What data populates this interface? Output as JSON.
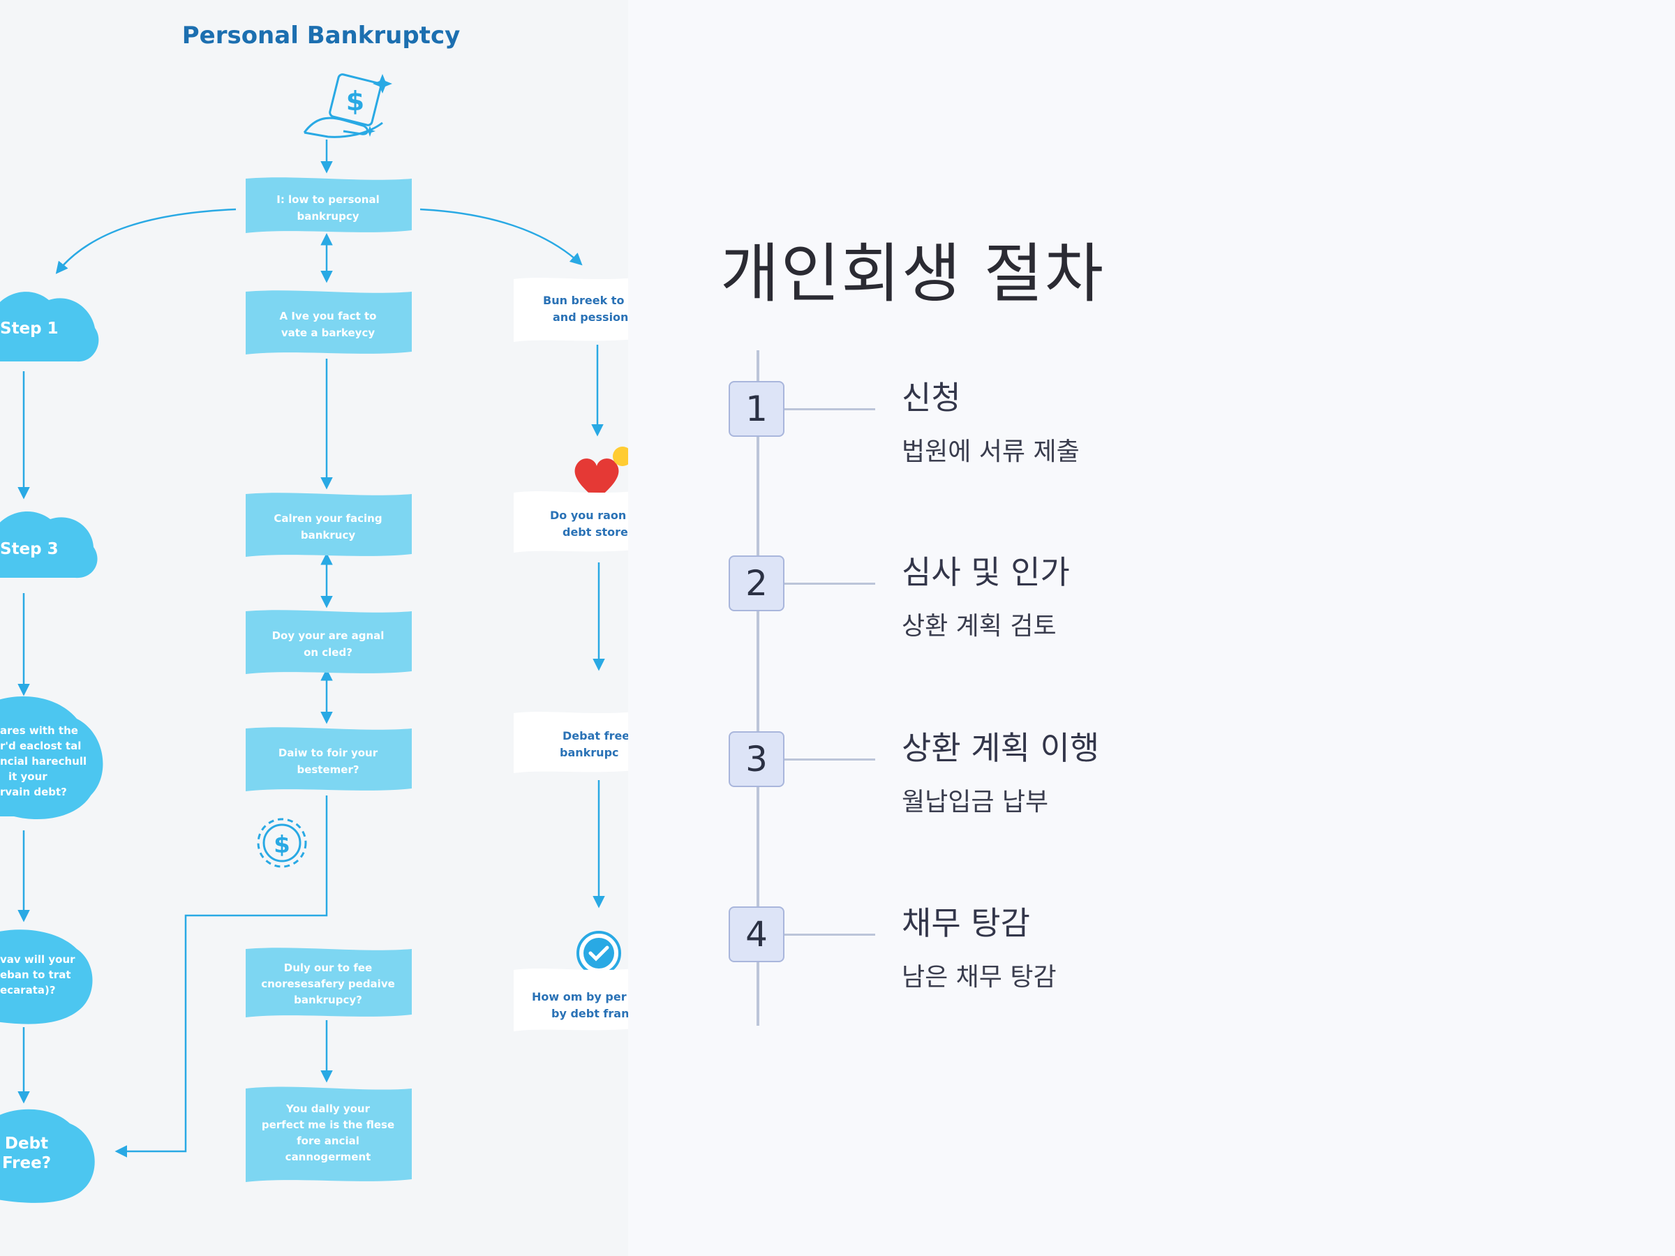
{
  "flowchart": {
    "title": "Personal Bankruptcy",
    "center_boxes": [
      [
        "I: low to personal",
        "bankrupcy"
      ],
      [
        "A Ive you fact to",
        "vate a barkeycy"
      ],
      [
        "Calren your facing",
        "bankrucy"
      ],
      [
        "Doy your are agnal",
        "on cled?"
      ],
      [
        "Daiw to foir your",
        "bestemer?"
      ],
      [
        "Duly our to fee",
        "cnoresesafery pedaive",
        "bankrupcy?"
      ],
      [
        "You dally your",
        "perfect me is the flese",
        "fore ancial",
        "cannogerment"
      ]
    ],
    "left_clouds": [
      [
        "Step 1"
      ],
      [
        "Step 3"
      ],
      [
        "ares with the",
        "r'd eaclost tal",
        "ncial harechull",
        "it your",
        "rvain debt?"
      ],
      [
        "vav will your",
        "eban to trat",
        "ecarata)?"
      ],
      [
        "Debt",
        "Free?"
      ]
    ],
    "right_boxes": [
      [
        "Bun breek to",
        "and pession"
      ],
      [
        "Do you raon",
        "debt store"
      ],
      [
        "Debat free",
        "bankrupc"
      ],
      [
        "How om by per",
        "by debt fran"
      ]
    ]
  },
  "timeline": {
    "title": "개인회생 절차",
    "steps": [
      {
        "number": "1",
        "title": "신청",
        "description": "법원에 서류 제출"
      },
      {
        "number": "2",
        "title": "심사 및 인가",
        "description": "상환 계획 검토"
      },
      {
        "number": "3",
        "title": "상환 계획 이행",
        "description": "월납입금 납부"
      },
      {
        "number": "4",
        "title": "채무 탕감",
        "description": "남은 채무 탕감"
      }
    ]
  },
  "colors": {
    "box": "#7dd6f2",
    "cloud": "#4cc6f0",
    "arrow": "#29a9e4",
    "badge_fill": "#dde4f7",
    "badge_border": "#a9b6dc",
    "line": "#bcc5d9"
  }
}
